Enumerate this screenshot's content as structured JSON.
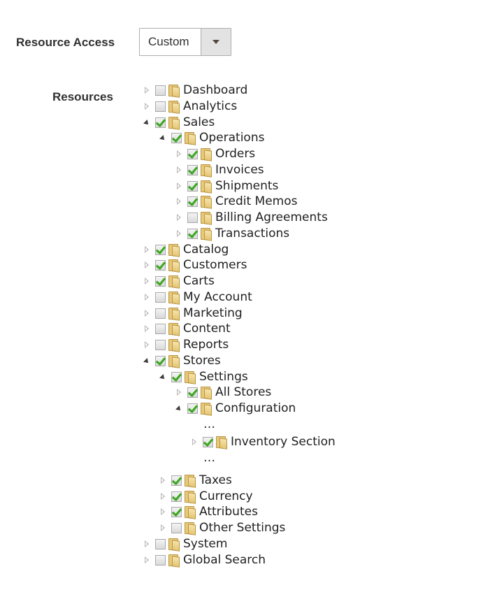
{
  "resource_access": {
    "label": "Resource Access",
    "selected": "Custom"
  },
  "resources": {
    "label": "Resources",
    "ellipsis": "…",
    "nodes": [
      {
        "label": "Dashboard",
        "checked": false,
        "expanded": false
      },
      {
        "label": "Analytics",
        "checked": false,
        "expanded": false
      },
      {
        "label": "Sales",
        "checked": true,
        "expanded": true
      },
      {
        "label": "Operations",
        "checked": true,
        "expanded": true
      },
      {
        "label": "Orders",
        "checked": true,
        "expanded": false
      },
      {
        "label": "Invoices",
        "checked": true,
        "expanded": false
      },
      {
        "label": "Shipments",
        "checked": true,
        "expanded": false
      },
      {
        "label": "Credit Memos",
        "checked": true,
        "expanded": false
      },
      {
        "label": "Billing Agreements",
        "checked": false,
        "expanded": false
      },
      {
        "label": "Transactions",
        "checked": true,
        "expanded": false
      },
      {
        "label": "Catalog",
        "checked": true,
        "expanded": false
      },
      {
        "label": "Customers",
        "checked": true,
        "expanded": false
      },
      {
        "label": "Carts",
        "checked": true,
        "expanded": false
      },
      {
        "label": "My Account",
        "checked": false,
        "expanded": false
      },
      {
        "label": "Marketing",
        "checked": false,
        "expanded": false
      },
      {
        "label": "Content",
        "checked": false,
        "expanded": false
      },
      {
        "label": "Reports",
        "checked": false,
        "expanded": false
      },
      {
        "label": "Stores",
        "checked": true,
        "expanded": true
      },
      {
        "label": "Settings",
        "checked": true,
        "expanded": true
      },
      {
        "label": "All Stores",
        "checked": true,
        "expanded": false
      },
      {
        "label": "Configuration",
        "checked": true,
        "expanded": true
      },
      {
        "label": "Inventory Section",
        "checked": true,
        "expanded": false
      },
      {
        "label": "Taxes",
        "checked": true,
        "expanded": false
      },
      {
        "label": "Currency",
        "checked": true,
        "expanded": false
      },
      {
        "label": "Attributes",
        "checked": true,
        "expanded": false
      },
      {
        "label": "Other Settings",
        "checked": false,
        "expanded": false
      },
      {
        "label": "System",
        "checked": false,
        "expanded": false
      },
      {
        "label": "Global Search",
        "checked": false,
        "expanded": false
      }
    ]
  }
}
